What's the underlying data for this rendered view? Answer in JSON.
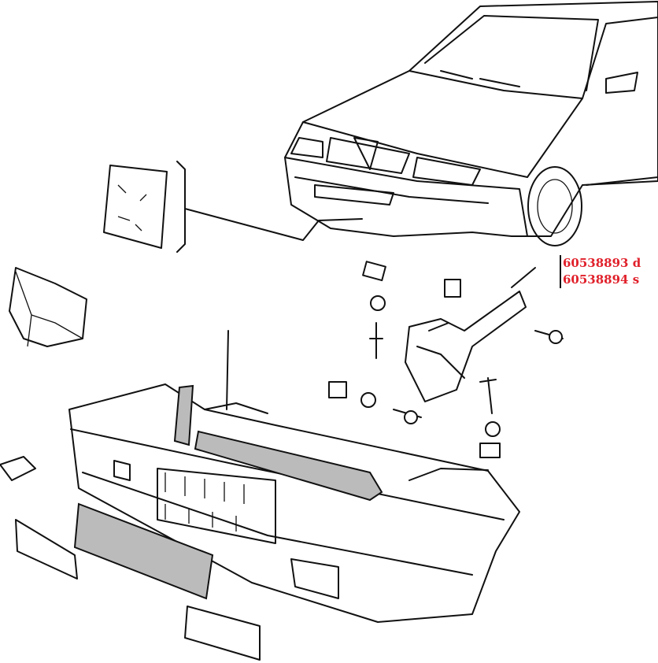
{
  "part_labels": [
    {
      "number": "60538893",
      "side": "d"
    },
    {
      "number": "60538894",
      "side": "s"
    }
  ],
  "colors": {
    "label": "#e0202a",
    "line": "#111111"
  }
}
